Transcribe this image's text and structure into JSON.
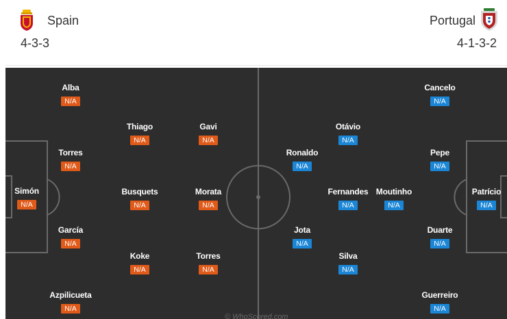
{
  "home": {
    "name": "Spain",
    "formation": "4-3-3",
    "color": "#e05a1a",
    "crest_icon": "spain-crest-icon",
    "players": [
      {
        "name": "Simón",
        "rating": "N/A"
      },
      {
        "name": "Alba",
        "rating": "N/A"
      },
      {
        "name": "Torres",
        "rating": "N/A"
      },
      {
        "name": "García",
        "rating": "N/A"
      },
      {
        "name": "Azpilicueta",
        "rating": "N/A"
      },
      {
        "name": "Thiago",
        "rating": "N/A"
      },
      {
        "name": "Busquets",
        "rating": "N/A"
      },
      {
        "name": "Koke",
        "rating": "N/A"
      },
      {
        "name": "Gavi",
        "rating": "N/A"
      },
      {
        "name": "Morata",
        "rating": "N/A"
      },
      {
        "name": "Torres",
        "rating": "N/A"
      }
    ]
  },
  "away": {
    "name": "Portugal",
    "formation": "4-1-3-2",
    "color": "#1b86d6",
    "crest_icon": "portugal-crest-icon",
    "players": [
      {
        "name": "Patrício",
        "rating": "N/A"
      },
      {
        "name": "Cancelo",
        "rating": "N/A"
      },
      {
        "name": "Pepe",
        "rating": "N/A"
      },
      {
        "name": "Duarte",
        "rating": "N/A"
      },
      {
        "name": "Guerreiro",
        "rating": "N/A"
      },
      {
        "name": "Moutinho",
        "rating": "N/A"
      },
      {
        "name": "Otávio",
        "rating": "N/A"
      },
      {
        "name": "Fernandes",
        "rating": "N/A"
      },
      {
        "name": "Silva",
        "rating": "N/A"
      },
      {
        "name": "Ronaldo",
        "rating": "N/A"
      },
      {
        "name": "Jota",
        "rating": "N/A"
      }
    ]
  },
  "watermark": "© WhoScored.com"
}
